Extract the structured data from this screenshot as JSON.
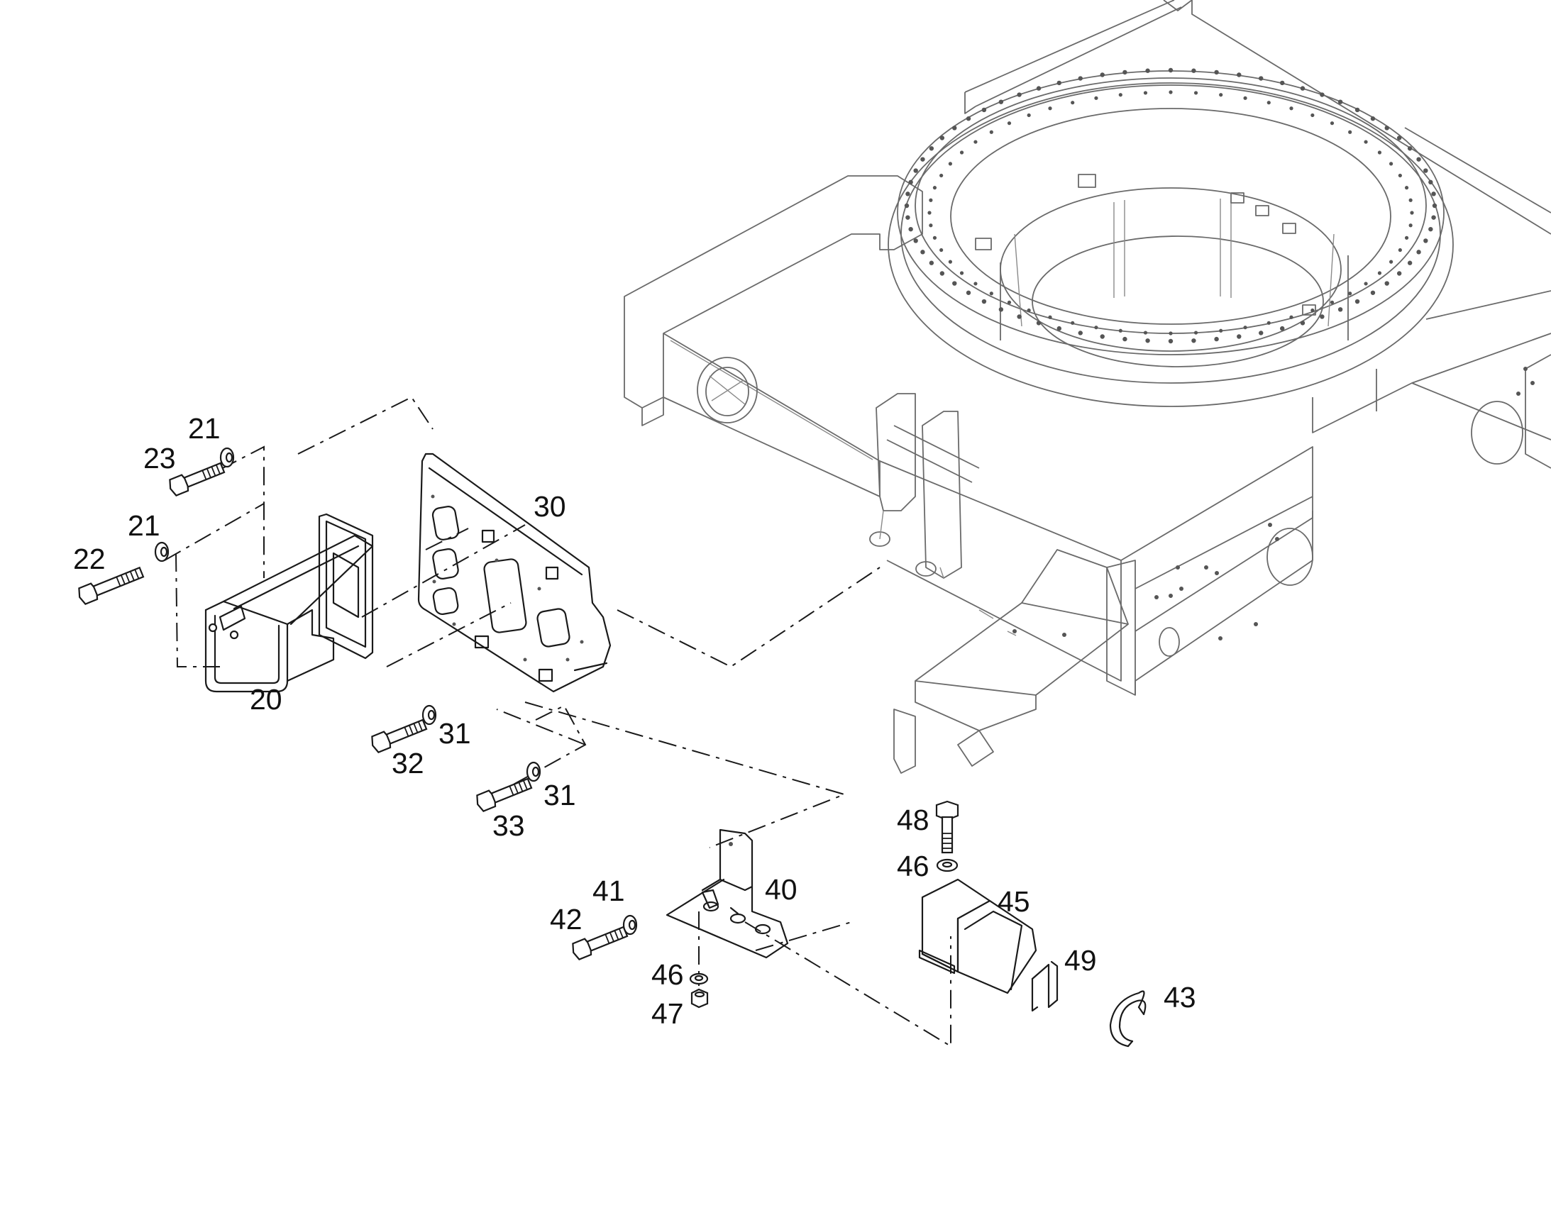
{
  "diagram": {
    "callouts": [
      {
        "id": "c20",
        "text": "20"
      },
      {
        "id": "c21a",
        "text": "21"
      },
      {
        "id": "c21b",
        "text": "21"
      },
      {
        "id": "c22",
        "text": "22"
      },
      {
        "id": "c23",
        "text": "23"
      },
      {
        "id": "c30",
        "text": "30"
      },
      {
        "id": "c31a",
        "text": "31"
      },
      {
        "id": "c31b",
        "text": "31"
      },
      {
        "id": "c32",
        "text": "32"
      },
      {
        "id": "c33",
        "text": "33"
      },
      {
        "id": "c40",
        "text": "40"
      },
      {
        "id": "c41",
        "text": "41"
      },
      {
        "id": "c42",
        "text": "42"
      },
      {
        "id": "c43",
        "text": "43"
      },
      {
        "id": "c45",
        "text": "45"
      },
      {
        "id": "c46a",
        "text": "46"
      },
      {
        "id": "c46b",
        "text": "46"
      },
      {
        "id": "c47",
        "text": "47"
      },
      {
        "id": "c48",
        "text": "48"
      },
      {
        "id": "c49",
        "text": "49"
      }
    ]
  }
}
